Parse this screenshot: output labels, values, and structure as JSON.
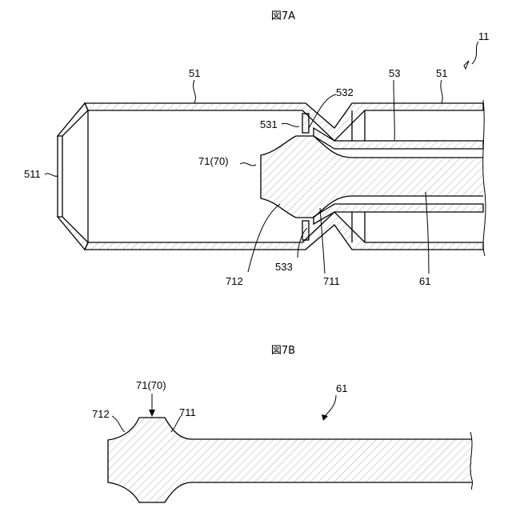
{
  "figure_a": {
    "title": "図7A",
    "labels": {
      "assembly": "11",
      "wall_left": "51",
      "wall_right": "51",
      "inner_tube": "53",
      "end_face": "511",
      "flange_front": "531",
      "flange_top": "532",
      "flange_bottom": "533",
      "head": "71(70)",
      "head_front_curve": "712",
      "head_rear_curve": "711",
      "shaft": "61"
    }
  },
  "figure_b": {
    "title": "図7B",
    "labels": {
      "head": "71(70)",
      "head_front_curve": "712",
      "head_rear_curve": "711",
      "shaft": "61"
    }
  }
}
